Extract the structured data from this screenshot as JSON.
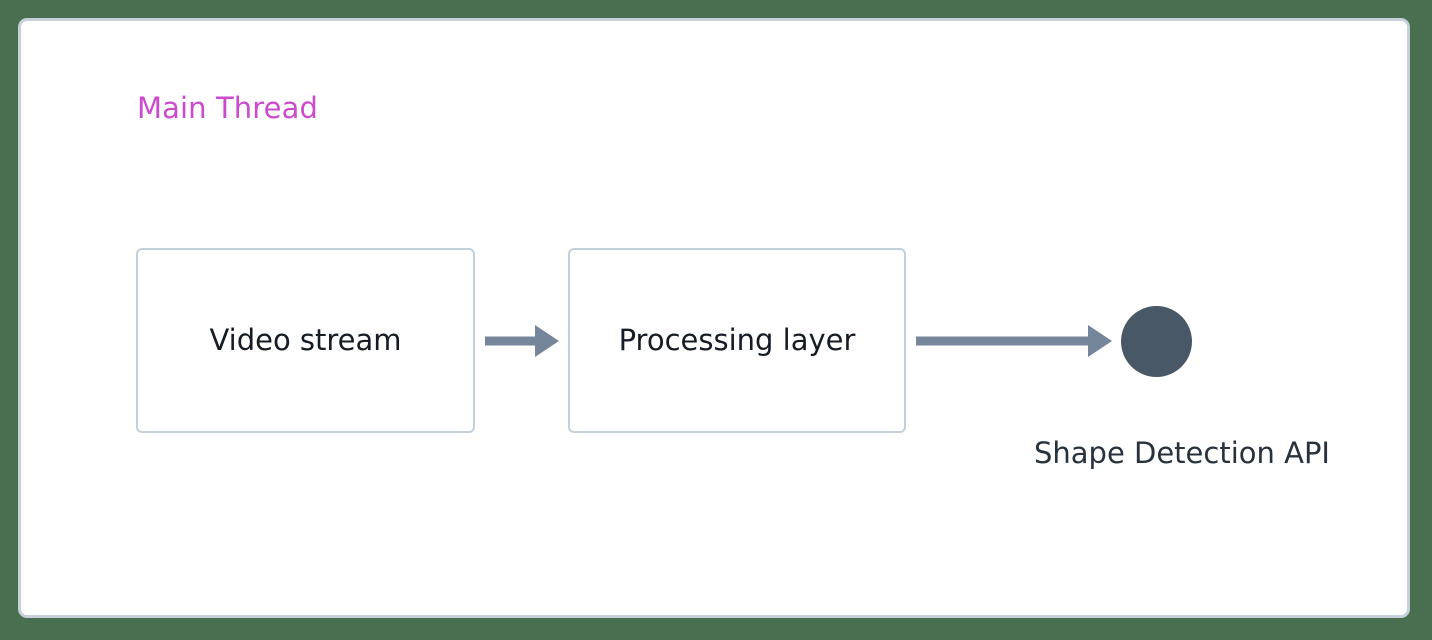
{
  "canvas": {
    "background_color": "#4a6e50",
    "frame_background": "#ffffff",
    "frame_border_color": "#c5d0da"
  },
  "diagram": {
    "type": "flowchart",
    "direction": "left-to-right",
    "subgraph": {
      "title": "Main Thread",
      "title_color": "#cc4bcc"
    },
    "nodes": [
      {
        "id": "video-stream",
        "label": "Video stream",
        "shape": "rounded-rectangle",
        "fill": "#ffffff",
        "stroke": "#c3d0da",
        "text_color": "#151c24"
      },
      {
        "id": "processing-layer",
        "label": "Processing layer",
        "shape": "rounded-rectangle",
        "fill": "#ffffff",
        "stroke": "#c3d0da",
        "text_color": "#151c24"
      },
      {
        "id": "shape-detection-api",
        "label": "Shape Detection API",
        "shape": "circle",
        "fill": "#495867",
        "text_color": "#28323c"
      }
    ],
    "edges": [
      {
        "id": "edge-1",
        "from": "video-stream",
        "to": "processing-layer",
        "label": "",
        "style": "solid-arrow",
        "color": "#76869a"
      },
      {
        "id": "edge-2",
        "from": "processing-layer",
        "to": "shape-detection-api",
        "label": "",
        "style": "solid-arrow",
        "color": "#76869a"
      }
    ]
  }
}
